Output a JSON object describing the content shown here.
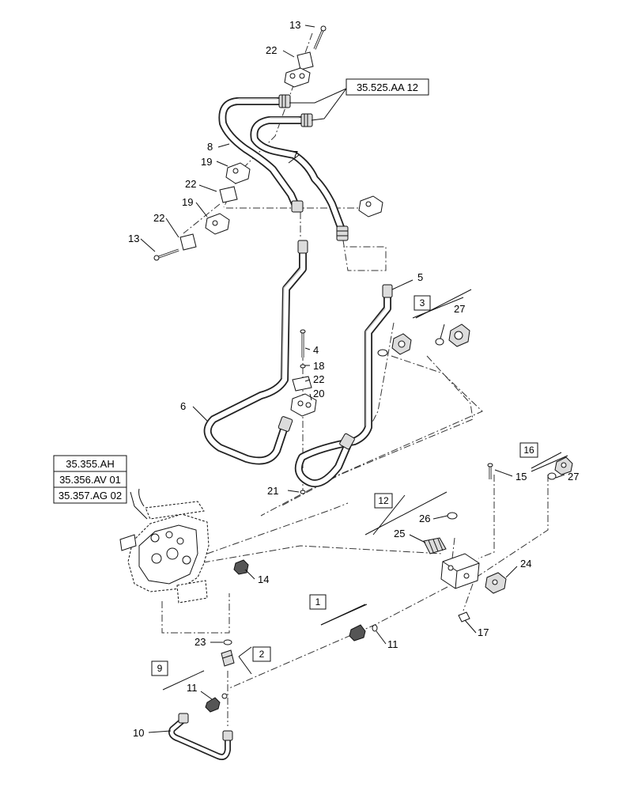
{
  "reference_labels": [
    {
      "id": "ref-35-525",
      "text": "35.525.AA 12"
    },
    {
      "id": "ref-35-355",
      "text": "35.355.AH"
    },
    {
      "id": "ref-35-356",
      "text": "35.356.AV 01"
    },
    {
      "id": "ref-35-357",
      "text": "35.357.AG 02"
    }
  ],
  "group_labels": [
    {
      "id": "group-1",
      "text": "1"
    },
    {
      "id": "group-2",
      "text": "2"
    },
    {
      "id": "group-3",
      "text": "3"
    },
    {
      "id": "group-9",
      "text": "9"
    },
    {
      "id": "group-12",
      "text": "12"
    },
    {
      "id": "group-16",
      "text": "16"
    }
  ],
  "part_callouts": [
    {
      "id": "callout-13-top",
      "text": "13"
    },
    {
      "id": "callout-22-top",
      "text": "22"
    },
    {
      "id": "callout-8",
      "text": "8"
    },
    {
      "id": "callout-7",
      "text": "7"
    },
    {
      "id": "callout-19-upper",
      "text": "19"
    },
    {
      "id": "callout-22-mid",
      "text": "22"
    },
    {
      "id": "callout-19-lower",
      "text": "19"
    },
    {
      "id": "callout-22-lower",
      "text": "22"
    },
    {
      "id": "callout-13-lower",
      "text": "13"
    },
    {
      "id": "callout-5",
      "text": "5"
    },
    {
      "id": "callout-27-upper",
      "text": "27"
    },
    {
      "id": "callout-4",
      "text": "4"
    },
    {
      "id": "callout-18",
      "text": "18"
    },
    {
      "id": "callout-22-center",
      "text": "22"
    },
    {
      "id": "callout-20",
      "text": "20"
    },
    {
      "id": "callout-6",
      "text": "6"
    },
    {
      "id": "callout-21",
      "text": "21"
    },
    {
      "id": "callout-15",
      "text": "15"
    },
    {
      "id": "callout-27-lower",
      "text": "27"
    },
    {
      "id": "callout-26",
      "text": "26"
    },
    {
      "id": "callout-25",
      "text": "25"
    },
    {
      "id": "callout-24",
      "text": "24"
    },
    {
      "id": "callout-14",
      "text": "14"
    },
    {
      "id": "callout-23",
      "text": "23"
    },
    {
      "id": "callout-11-right",
      "text": "11"
    },
    {
      "id": "callout-17",
      "text": "17"
    },
    {
      "id": "callout-11-left",
      "text": "11"
    },
    {
      "id": "callout-10",
      "text": "10"
    }
  ]
}
